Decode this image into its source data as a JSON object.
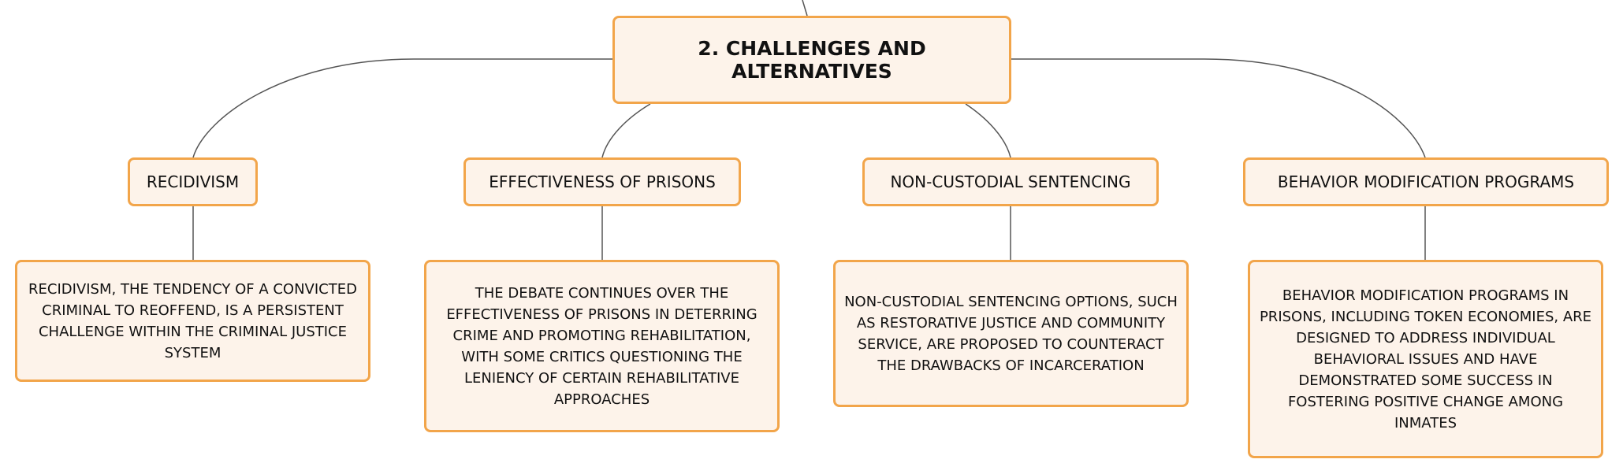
{
  "root": {
    "label": "2. CHALLENGES AND ALTERNATIVES"
  },
  "topics": [
    {
      "label": "RECIDIVISM",
      "detail": "RECIDIVISM, THE TENDENCY OF A CONVICTED CRIMINAL TO REOFFEND, IS A PERSISTENT CHALLENGE WITHIN THE CRIMINAL JUSTICE SYSTEM"
    },
    {
      "label": "EFFECTIVENESS OF PRISONS",
      "detail": "THE DEBATE CONTINUES OVER THE EFFECTIVENESS OF PRISONS IN DETERRING CRIME AND PROMOTING REHABILITATION, WITH SOME CRITICS QUESTIONING THE LENIENCY OF CERTAIN REHABILITATIVE APPROACHES"
    },
    {
      "label": "NON-CUSTODIAL SENTENCING",
      "detail": "NON-CUSTODIAL SENTENCING OPTIONS, SUCH AS RESTORATIVE JUSTICE AND COMMUNITY SERVICE, ARE PROPOSED TO COUNTERACT THE DRAWBACKS OF INCARCERATION"
    },
    {
      "label": "BEHAVIOR MODIFICATION PROGRAMS",
      "detail": "BEHAVIOR MODIFICATION PROGRAMS IN PRISONS, INCLUDING TOKEN ECONOMIES, ARE DESIGNED TO ADDRESS INDIVIDUAL BEHAVIORAL ISSUES AND HAVE DEMONSTRATED SOME SUCCESS IN FOSTERING POSITIVE CHANGE AMONG INMATES"
    }
  ],
  "colors": {
    "node_fill": "#fdf3ea",
    "node_border": "#f2a54a",
    "connector": "#555555",
    "text": "#111111"
  }
}
